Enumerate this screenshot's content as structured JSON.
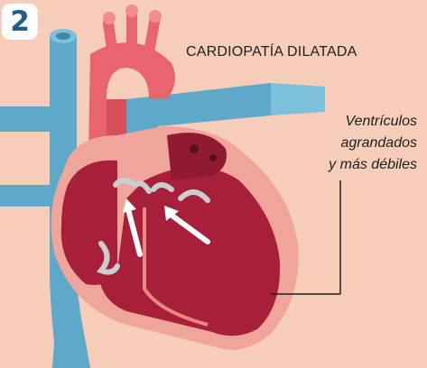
{
  "diagram": {
    "step_number": "2",
    "title": "CARDIOPATÍA DILATADA",
    "annotation_lines": [
      "Ventrículos",
      "agrandados",
      "y más débiles"
    ],
    "colors": {
      "background": "#f6cdb9",
      "vessel_blue": "#5ea9c9",
      "aorta_pink": "#e8646f",
      "muscle_dark": "#a81f3a",
      "outer_wall": "#f0a59a",
      "valve_gray": "#c9cfd1",
      "badge_text": "#1f5d8c"
    }
  }
}
